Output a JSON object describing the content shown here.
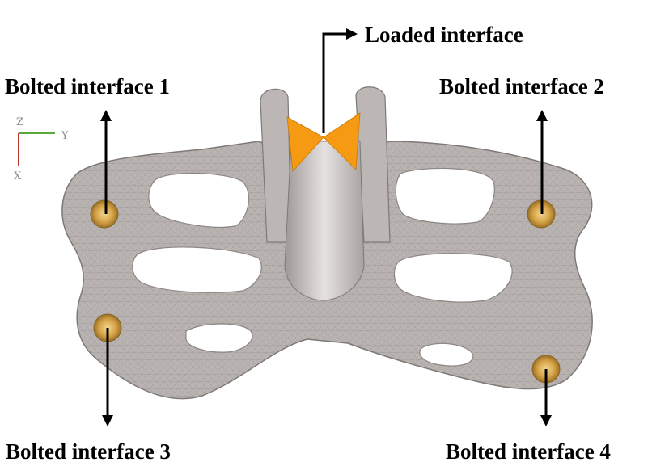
{
  "labels": {
    "loaded": "Loaded interface",
    "bolted_1": "Bolted interface 1",
    "bolted_2": "Bolted interface 2",
    "bolted_3": "Bolted interface 3",
    "bolted_4": "Bolted interface 4"
  },
  "axes": {
    "z": "Z",
    "y": "Y",
    "x": "X"
  },
  "colors": {
    "part": "#b7b1b0",
    "part_edge": "#7e7877",
    "mesh": "#9c9695",
    "bolt": "#d4a24a",
    "load": "#f59a12",
    "axis_y": "#5aa83a",
    "axis_x": "#c0352b"
  }
}
